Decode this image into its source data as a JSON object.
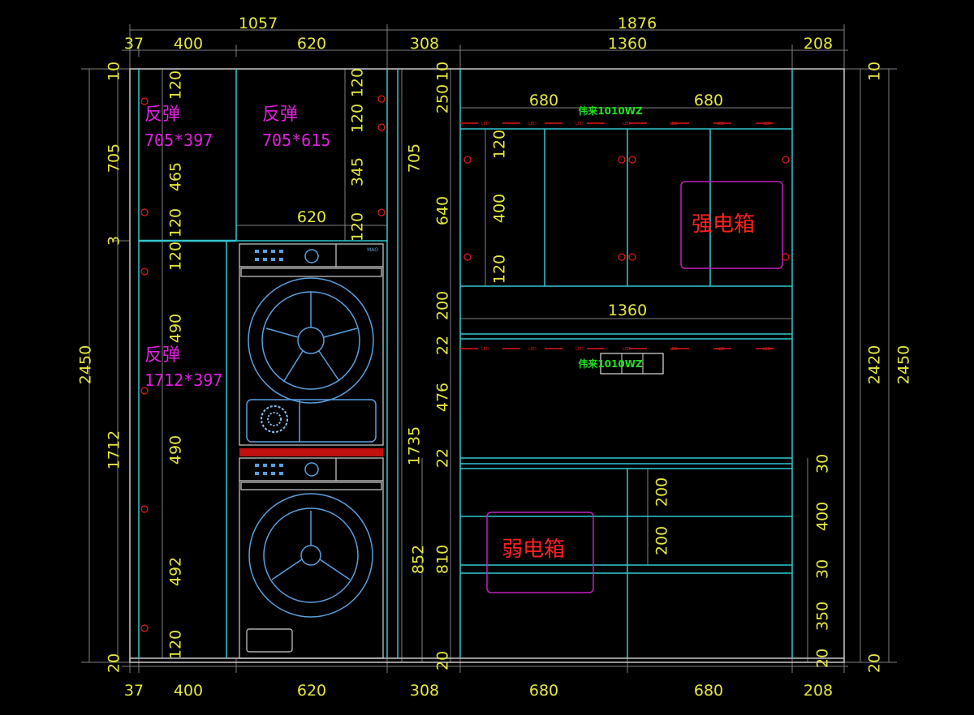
{
  "top_overall": [
    "1057",
    "1876"
  ],
  "top_dims": [
    "37",
    "400",
    "620",
    "308",
    "1360",
    "208"
  ],
  "bottom_dims": [
    "37",
    "400",
    "620",
    "308",
    "680",
    "680",
    "208"
  ],
  "left_outer": {
    "top": "10",
    "upper": "705",
    "gap": "3",
    "total": "2450",
    "lower": "1712",
    "bottom": "20"
  },
  "right_outer": {
    "top": "10",
    "inner": "2420",
    "total": "2450",
    "bottom": "20"
  },
  "left_inner": [
    "120",
    "465",
    "120",
    "120",
    "490",
    "490",
    "492",
    "120"
  ],
  "upper_right_inner": [
    "120",
    "120",
    "345",
    "120"
  ],
  "shelf_width": "620",
  "washer_col": {
    "upper": "705",
    "lower": "1735",
    "base": "852"
  },
  "right_col": [
    "10",
    "250",
    "640",
    "22",
    "200",
    "476",
    "22",
    "810",
    "20"
  ],
  "cabinet_top": {
    "left": "680",
    "right": "680",
    "middle": "1360"
  },
  "cabinet_upper_inner": [
    "120",
    "400",
    "120"
  ],
  "cabinet_lower_mid": [
    "200",
    "200"
  ],
  "cabinet_right_col": [
    "30",
    "400",
    "30",
    "350",
    "20"
  ],
  "panels": [
    {
      "title": "反弹",
      "size": "705*397"
    },
    {
      "title": "反弹",
      "size": "705*615"
    },
    {
      "title": "反弹",
      "size": "1712*397"
    }
  ],
  "strong_box": "强电箱",
  "weak_box": "弱电箱",
  "led_label": "LED",
  "light_labels": [
    "伟来1010WZ",
    "伟来1010WZ"
  ],
  "washer_brand": "MAO",
  "colors": {
    "dimension": "#e6e640",
    "cabinet": "#30c8d0",
    "panel_label": "#e020e0",
    "box_label": "#ff2020",
    "led": "#e01818",
    "light": "#20e020"
  }
}
